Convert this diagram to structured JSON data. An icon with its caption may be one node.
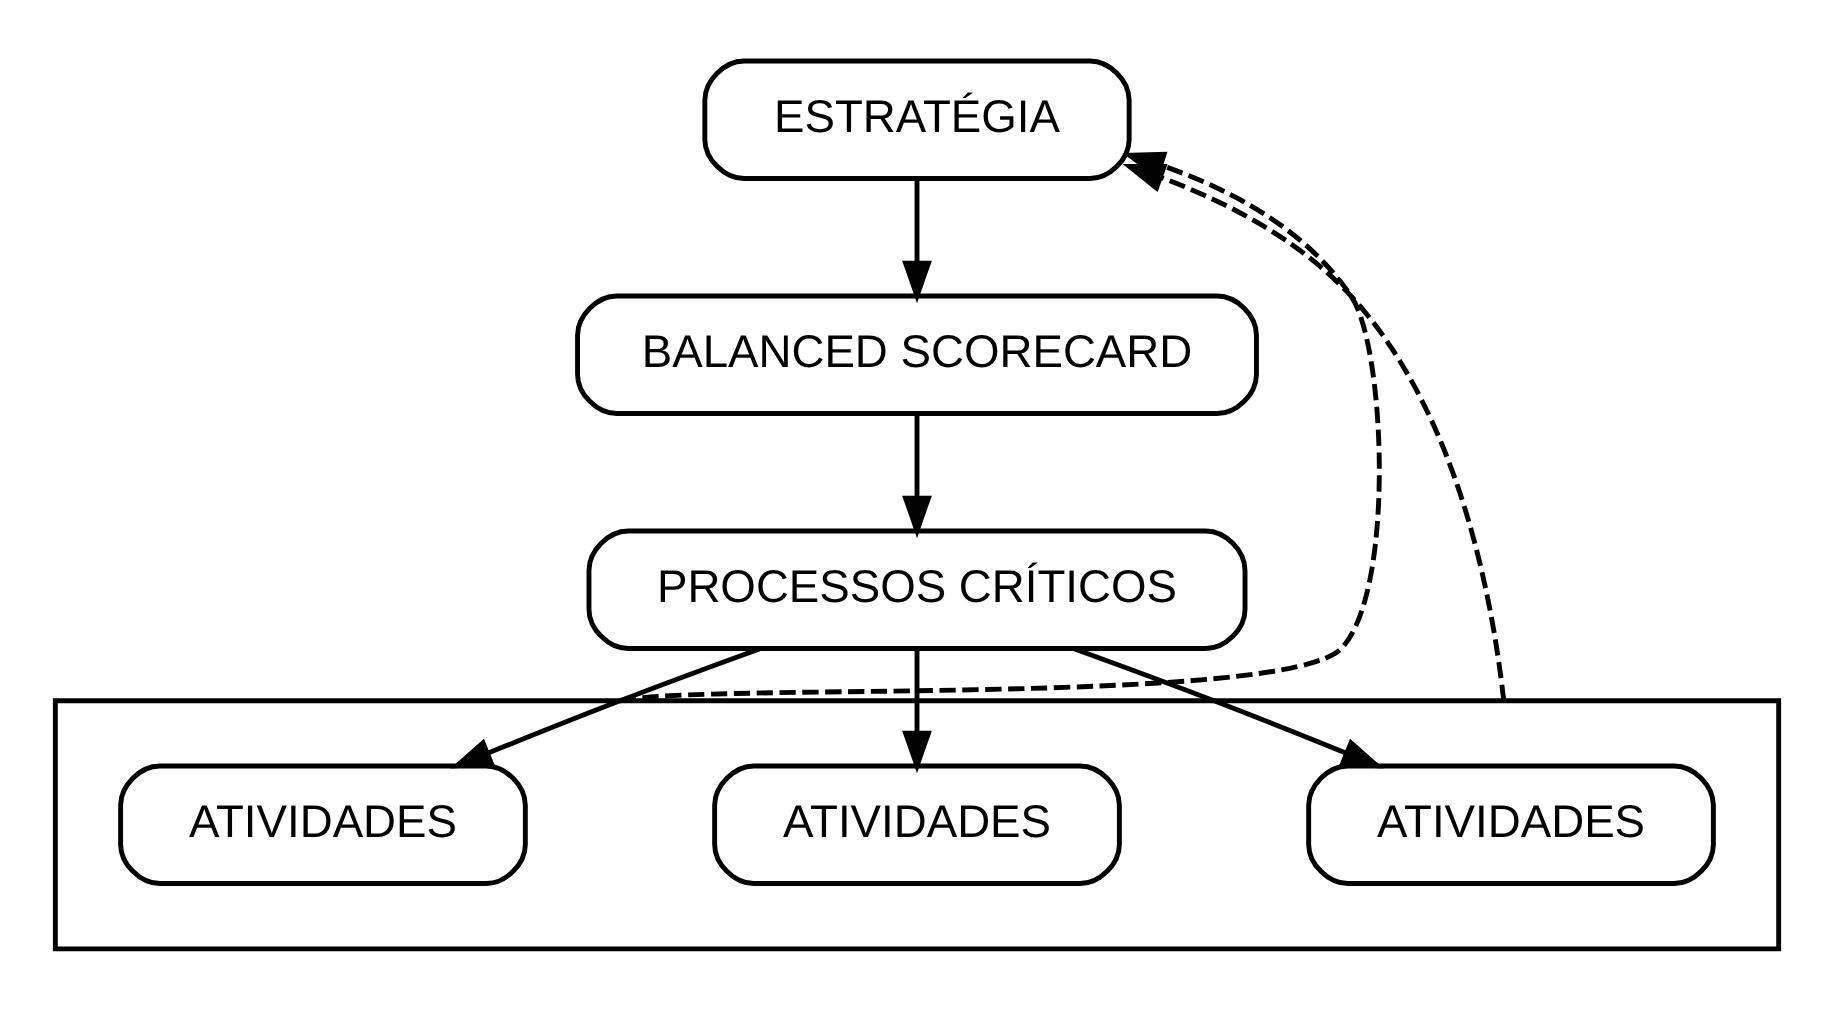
{
  "diagram": {
    "nodes": [
      {
        "text": [
          "ESTRATÉGIA"
        ]
      },
      {
        "text": [
          "BALANCED SCORECARD"
        ]
      },
      {
        "text": [
          "PROCESSOS CRÍTICOS"
        ]
      },
      {
        "text": [],
        "shape": "box"
      },
      {
        "text": [
          "ATIVIDADES"
        ],
        "in": 3
      },
      {
        "text": [
          "ATIVIDADES"
        ],
        "in": 3
      },
      {
        "text": [
          "ATIVIDADES"
        ],
        "in": 3
      }
    ],
    "edges": [
      {
        "from": 0,
        "to": 1,
        "arrow": "to"
      },
      {
        "from": 1,
        "to": 2,
        "arrow": "to"
      },
      {
        "from": 2,
        "to": 4,
        "arrow": "to"
      },
      {
        "from": 2,
        "to": 5,
        "arrow": "to"
      },
      {
        "from": 2,
        "to": 6,
        "arrow": "to"
      },
      {
        "from": 3,
        "to": 0,
        "arrow": "to",
        "style": "dashed"
      },
      {
        "from": 3,
        "to": 0,
        "arrow": "to",
        "style": "dashed"
      }
    ]
  }
}
